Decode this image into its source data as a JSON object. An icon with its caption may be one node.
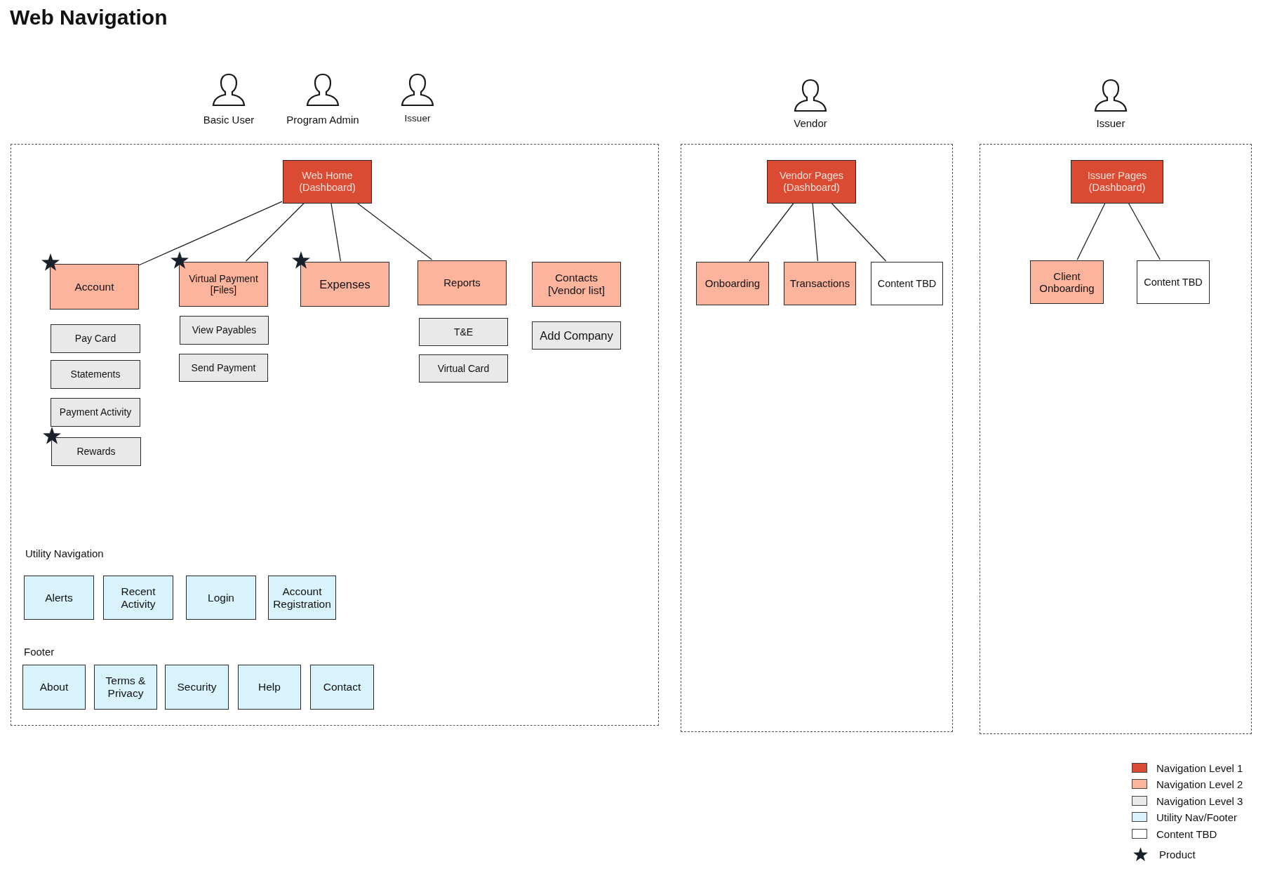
{
  "diagram": {
    "title": "Web Navigation",
    "nodes": [
      {
        "text": [
          "Basic User",
          "Program Admin",
          "Issuer"
        ]
      },
      {
        "text": [
          "Web Home (Dashboard)"
        ],
        "in": 0
      },
      {
        "text": [
          "Account"
        ],
        "in": 0
      },
      {
        "text": [
          "Virtual Payment [Files]"
        ],
        "in": 0
      },
      {
        "text": [
          "Expenses"
        ],
        "in": 0
      },
      {
        "text": [
          "Reports"
        ],
        "in": 0
      },
      {
        "text": [
          "Contacts [Vendor list]"
        ],
        "in": 0
      },
      {
        "text": [
          "Pay Card"
        ],
        "in": 0
      },
      {
        "text": [
          "Statements"
        ],
        "in": 0
      },
      {
        "text": [
          "Payment Activity"
        ],
        "in": 0
      },
      {
        "text": [
          "Rewards"
        ],
        "in": 0
      },
      {
        "text": [
          "View Payables"
        ],
        "in": 0
      },
      {
        "text": [
          "Send Payment"
        ],
        "in": 0
      },
      {
        "text": [
          "T&E"
        ],
        "in": 0
      },
      {
        "text": [
          "Virtual Card"
        ],
        "in": 0
      },
      {
        "text": [
          "Add Company"
        ],
        "in": 0
      },
      {
        "text": [
          "Alerts"
        ],
        "in": 0
      },
      {
        "text": [
          "Recent Activity"
        ],
        "in": 0
      },
      {
        "text": [
          "Login"
        ],
        "in": 0
      },
      {
        "text": [
          "Account Registration"
        ],
        "in": 0
      },
      {
        "text": [
          "About"
        ],
        "in": 0
      },
      {
        "text": [
          "Terms & Privacy"
        ],
        "in": 0
      },
      {
        "text": [
          "Security"
        ],
        "in": 0
      },
      {
        "text": [
          "Help"
        ],
        "in": 0
      },
      {
        "text": [
          "Contact"
        ],
        "in": 0
      },
      {
        "text": [
          "Vendor"
        ]
      },
      {
        "text": [
          "Vendor Pages (Dashboard)"
        ],
        "in": 25
      },
      {
        "text": [
          "Onboarding"
        ],
        "in": 25
      },
      {
        "text": [
          "Transactions"
        ],
        "in": 25
      },
      {
        "text": [
          "Content TBD"
        ],
        "in": 25
      },
      {
        "text": [
          "Issuer"
        ]
      },
      {
        "text": [
          "Issuer Pages (Dashboard)"
        ],
        "in": 30
      },
      {
        "text": [
          "Client Onboarding"
        ],
        "in": 30
      },
      {
        "text": [
          "Content TBD"
        ],
        "in": 30
      }
    ],
    "edges": [
      {
        "from": 1,
        "to": 2,
        "arrow": "none"
      },
      {
        "from": 1,
        "to": 3,
        "arrow": "none"
      },
      {
        "from": 1,
        "to": 4,
        "arrow": "none"
      },
      {
        "from": 1,
        "to": 5,
        "arrow": "none"
      },
      {
        "from": 26,
        "to": 27,
        "arrow": "none"
      },
      {
        "from": 26,
        "to": 28,
        "arrow": "none"
      },
      {
        "from": 26,
        "to": 29,
        "arrow": "none"
      },
      {
        "from": 31,
        "to": 32,
        "arrow": "none"
      },
      {
        "from": 31,
        "to": 33,
        "arrow": "none"
      }
    ],
    "labels": [
      "Utility Navigation",
      "Footer"
    ],
    "legend": [
      {
        "text": "Navigation Level 1",
        "color": "#db4a33"
      },
      {
        "text": "Navigation Level 2",
        "color": "#fdb49d"
      },
      {
        "text": "Navigation Level 3",
        "color": "#e9e9e9"
      },
      {
        "text": "Utility Nav/Footer",
        "color": "#d8f3fb"
      },
      {
        "text": "Content TBD",
        "color": "#ffffff"
      },
      {
        "text": "Product"
      }
    ]
  }
}
